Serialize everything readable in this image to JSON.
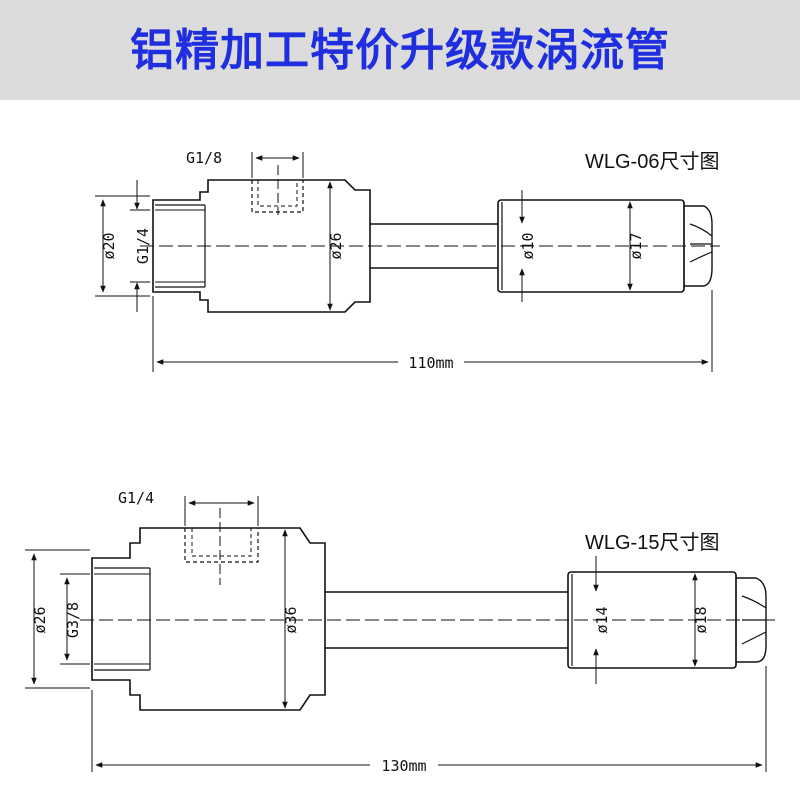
{
  "title": "铝精加工特价升级款涡流管",
  "drawings": [
    {
      "model": "WLG-06尺寸图",
      "labels": {
        "port_top": "G1/8",
        "outer_left": "ø20",
        "thread_left": "G1/4",
        "body_diameter": "ø26",
        "tube_inner": "ø10",
        "tube_outer": "ø17",
        "length": "110mm"
      }
    },
    {
      "model": "WLG-15尺寸图",
      "labels": {
        "port_top": "G1/4",
        "outer_left": "ø26",
        "thread_left": "G3/8",
        "body_diameter": "ø36",
        "tube_inner": "ø14",
        "tube_outer": "ø18",
        "length": "130mm"
      }
    }
  ]
}
